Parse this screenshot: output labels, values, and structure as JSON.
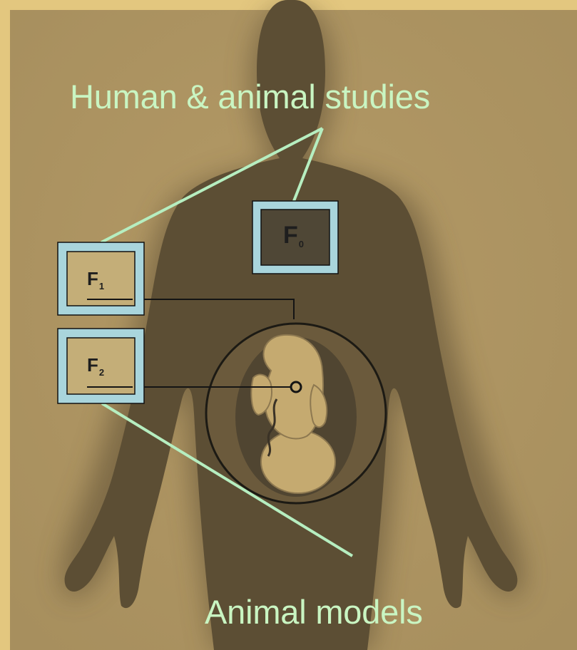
{
  "labels": {
    "top": "Human & animal studies",
    "bottom": "Animal models"
  },
  "generations": [
    {
      "letter": "F",
      "sub": "0"
    },
    {
      "letter": "F",
      "sub": "1"
    },
    {
      "letter": "F",
      "sub": "2"
    }
  ],
  "colors": {
    "border": "#e3c77f",
    "background": "#b8a06a",
    "silhouette": "#5c4e34",
    "label_text": "#c9f5c2",
    "box_fill": "#a9d5dc",
    "fetus": "#c5aa70"
  }
}
